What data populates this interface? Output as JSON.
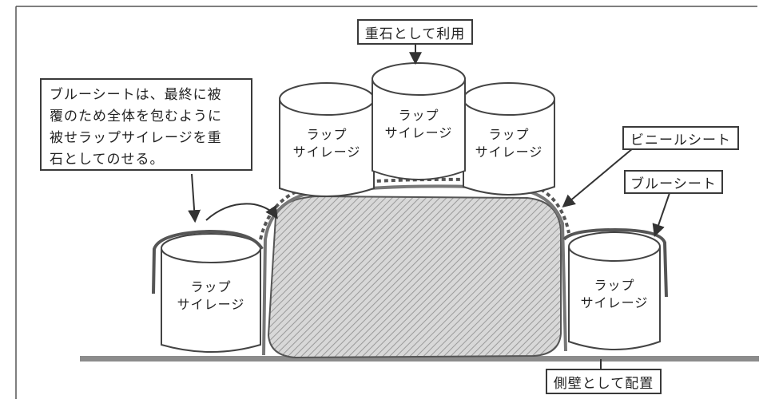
{
  "labels": {
    "weight": "重石として利用",
    "vinyl": "ビニールシート",
    "blue": "ブルーシート",
    "side_wall": "側壁として配置"
  },
  "note": {
    "lines": [
      "ブルーシートは、最終に被",
      "覆のため全体を包むように",
      "被せラップサイレージを重",
      "石としてのせる。"
    ]
  },
  "silage": {
    "line1": "ラップ",
    "line2": "サイレージ"
  }
}
